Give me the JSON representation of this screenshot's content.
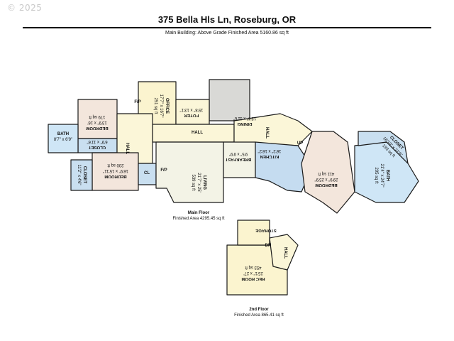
{
  "watermark": "© 2025",
  "title": "375 Bella Hls Ln, Roseburg, OR",
  "subtitle": "Main Building: Above Grade Finished Area 5160.86 sq ft",
  "main_floor": {
    "name": "Main Floor",
    "area": "Finished Area 4295.45 sq ft"
  },
  "second_floor": {
    "name": "2nd Floor",
    "area": "Finished Area 865.41 sq ft"
  },
  "rooms": {
    "office": [
      "OFFICE",
      "17'7\" x 16'7\"",
      "251 sq ft"
    ],
    "foyer": [
      "FOYER",
      "15'8\" x 13'1\""
    ],
    "dining": [
      "DINING",
      "13'4\" x 11'6\""
    ],
    "hall_main": "HALL",
    "hall_right": "HALL",
    "hall_left": "HALL",
    "hall_2nd": "HALL",
    "bedroom_left": [
      "BEDROOM",
      "13'9\" x 16'",
      "179 sq ft"
    ],
    "closet_top": [
      "CLOSET",
      "6'9\" x 11'6\""
    ],
    "bath_left": [
      "BATH",
      "8'7\" x 6'9\""
    ],
    "bedroom_lower": [
      "BEDROOM",
      "16'9\" x 15'11\"",
      "200 sq ft"
    ],
    "closet_lower": [
      "CLOSET",
      "11'2\" x 4'6\""
    ],
    "living": [
      "LIVING",
      "21'7\" x 25'",
      "539 sq ft"
    ],
    "kitchen": [
      "KITCHEN",
      "16'2\" x 16'2\""
    ],
    "breakfast": [
      "BREAKFAST",
      "9'5\" x 9'9\""
    ],
    "bedroom_master": [
      "BEDROOM",
      "29'9\" x 25'9\"",
      "411 sq ft"
    ],
    "bath_master": [
      "BATH",
      "21'4\" x 24'7\"",
      "295 sq ft"
    ],
    "closet_master": [
      "CLOSET",
      "16'10\" x 21'6\"",
      "193 sq ft"
    ],
    "rec_room": [
      "REC ROOM",
      "25'1\" x 27'",
      "453 sq ft"
    ],
    "storage": [
      "STORAGE"
    ],
    "cl": "CL",
    "fp": "F/P",
    "up": "UP",
    "dn": "DN"
  },
  "colors": {
    "office": "#fbf4cf",
    "dining": "#d9d9d6",
    "bedroom": "#f3e6dc",
    "bath": "#cfe6f6",
    "closet": "#c9dff0",
    "living": "#f3f3e6",
    "kitchen": "#c5dcf0",
    "hall": "#fbf6d8",
    "rec": "#fbf4cf",
    "wall": "#1a1a1a"
  }
}
